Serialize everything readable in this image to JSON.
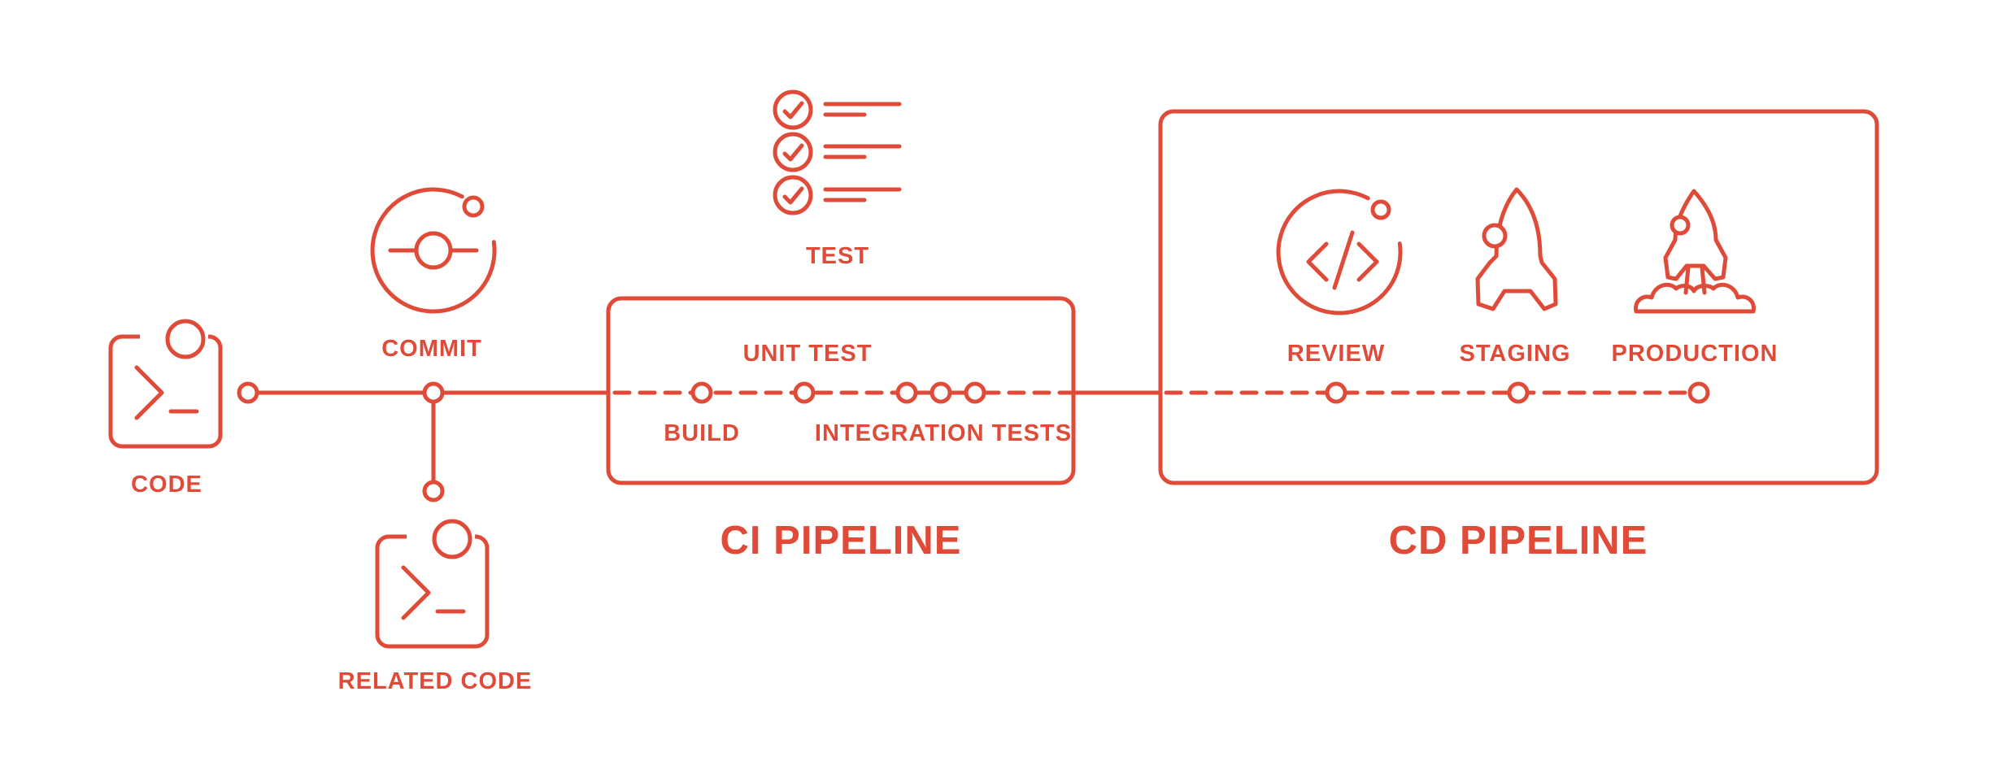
{
  "colors": {
    "accent": "#DF4B38",
    "background": "#FFFFFF"
  },
  "diagram": {
    "pre_pipeline": {
      "code": "CODE",
      "commit": "COMMIT",
      "related_code": "RELATED CODE",
      "test": "TEST"
    },
    "ci_pipeline": {
      "title": "CI PIPELINE",
      "stages": {
        "build": "BUILD",
        "unit_test": "UNIT TEST",
        "integration_tests": "INTEGRATION TESTS"
      }
    },
    "cd_pipeline": {
      "title": "CD PIPELINE",
      "stages": {
        "review": "REVIEW",
        "staging": "STAGING",
        "production": "PRODUCTION"
      }
    },
    "icons": {
      "code": "terminal-window-icon",
      "related_code": "terminal-window-icon",
      "commit": "git-commit-orbit-icon",
      "test": "checklist-icon",
      "review": "code-brackets-circle-icon",
      "staging": "rocket-icon",
      "production": "rocket-launch-icon"
    }
  }
}
